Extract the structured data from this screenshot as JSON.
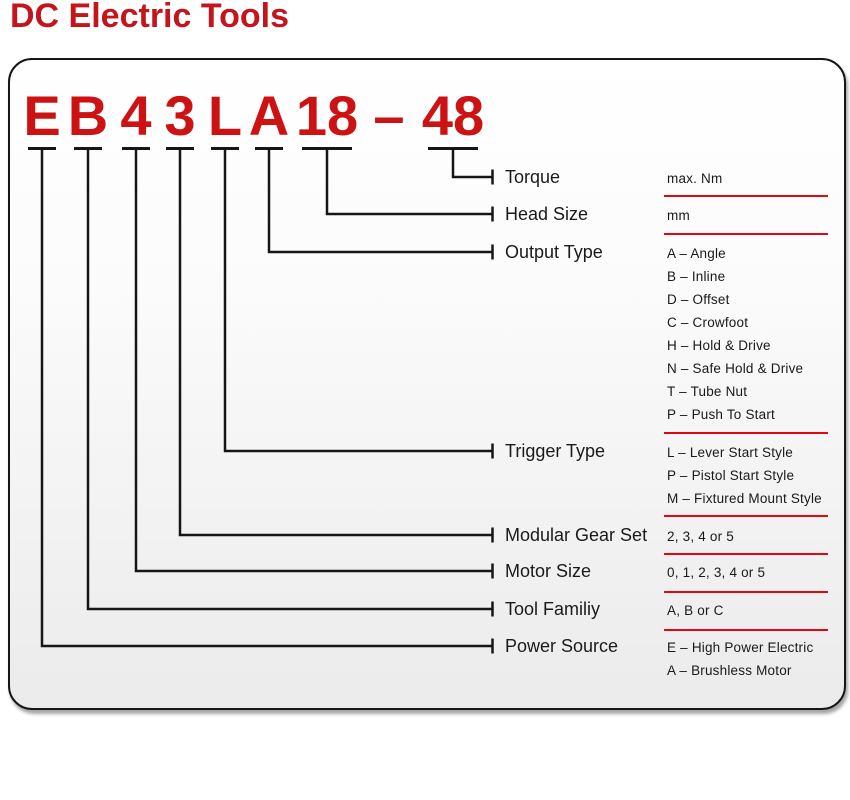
{
  "page": {
    "title": "DC Electric Tools"
  },
  "model_code": {
    "display": "EB43LA18-48",
    "chars": [
      {
        "text": "E"
      },
      {
        "text": "B"
      },
      {
        "text": "4"
      },
      {
        "text": "3"
      },
      {
        "text": "L"
      },
      {
        "text": "A"
      },
      {
        "text": "18"
      },
      {
        "text": "–"
      },
      {
        "text": "48"
      }
    ]
  },
  "fields": [
    {
      "code": "48",
      "label": "Torque",
      "values": [
        "max. Nm"
      ]
    },
    {
      "code": "18",
      "label": "Head Size",
      "values": [
        "mm"
      ]
    },
    {
      "code": "A",
      "label": "Output Type",
      "values": [
        "A – Angle",
        "B – Inline",
        "D – Offset",
        "C – Crowfoot",
        "H – Hold & Drive",
        "N – Safe Hold & Drive",
        "T – Tube Nut",
        "P – Push To Start"
      ]
    },
    {
      "code": "L",
      "label": "Trigger Type",
      "values": [
        "L – Lever Start Style",
        "P – Pistol Start Style",
        "M – Fixtured Mount Style"
      ]
    },
    {
      "code": "3",
      "label": "Modular Gear Set",
      "values": [
        "2, 3, 4 or 5"
      ]
    },
    {
      "code": "4",
      "label": "Motor Size",
      "values": [
        "0, 1, 2, 3, 4 or 5"
      ]
    },
    {
      "code": "B",
      "label": "Tool Familiy",
      "values": [
        "A, B or C"
      ]
    },
    {
      "code": "E",
      "label": "Power Source",
      "values": [
        "E – High Power Electric",
        "A – Brushless Motor"
      ]
    }
  ],
  "colors": {
    "title_red": "#c4151c",
    "model_red": "#cc1212",
    "rule_red": "#e30613",
    "connector_black": "#161616"
  }
}
